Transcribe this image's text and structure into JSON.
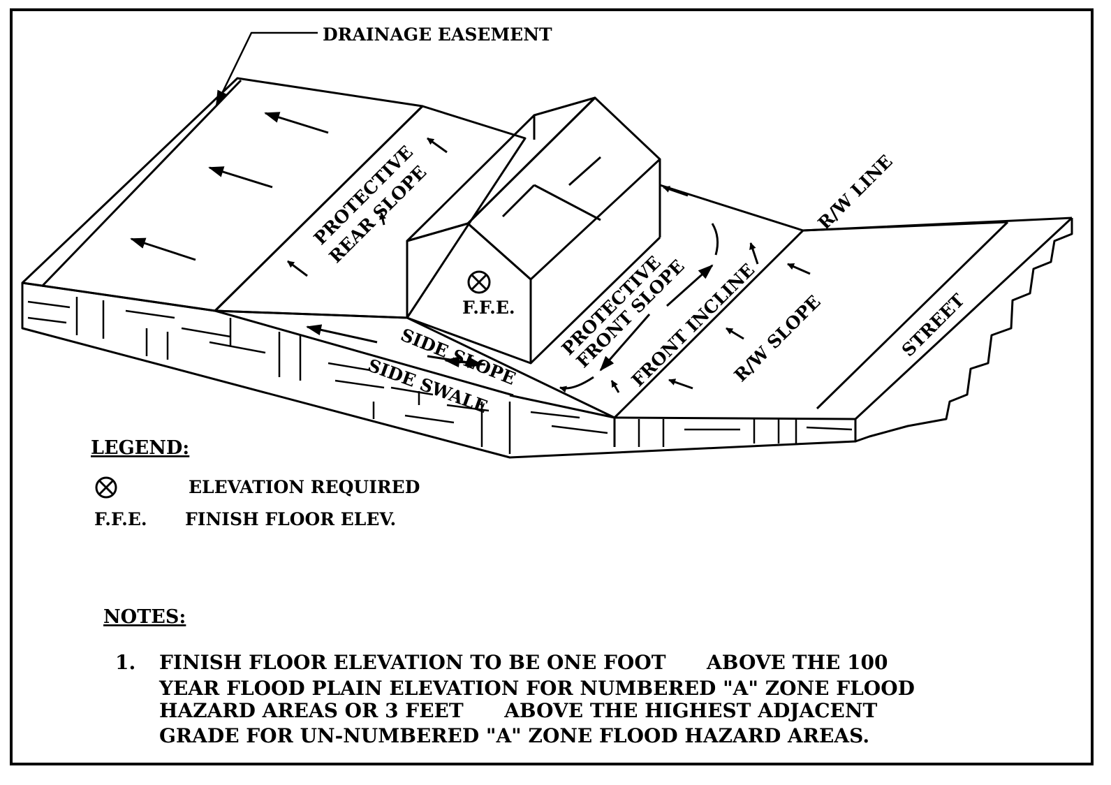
{
  "labels": {
    "drainage_easement": "DRAINAGE EASEMENT",
    "protective_rear_slope_1": "PROTECTIVE",
    "protective_rear_slope_2": "REAR SLOPE",
    "protective_front_slope_1": "PROTECTIVE",
    "protective_front_slope_2": "FRONT SLOPE",
    "rw_line": "R/W LINE",
    "front_incline": "FRONT INCLINE",
    "rw_slope": "R/W SLOPE",
    "street": "STREET",
    "side_slope": "SIDE SLOPE",
    "side_swale": "SIDE SWALE",
    "ffe": "F.F.E."
  },
  "legend": {
    "title": "LEGEND:",
    "items": [
      {
        "symbol": "⊗",
        "text": "ELEVATION REQUIRED"
      },
      {
        "symbol": "F.F.E.",
        "text": "FINISH FLOOR ELEV."
      }
    ]
  },
  "notes": {
    "title": "NOTES:",
    "number": "1.",
    "lines": [
      "FINISH FLOOR ELEVATION TO BE ONE FOOT      ABOVE THE 100",
      "YEAR FLOOD PLAIN ELEVATION FOR NUMBERED \"A\" ZONE FLOOD",
      "HAZARD AREAS OR 3 FEET      ABOVE THE HIGHEST ADJACENT",
      "GRADE FOR UN-NUMBERED \"A\" ZONE FLOOD HAZARD AREAS."
    ]
  }
}
